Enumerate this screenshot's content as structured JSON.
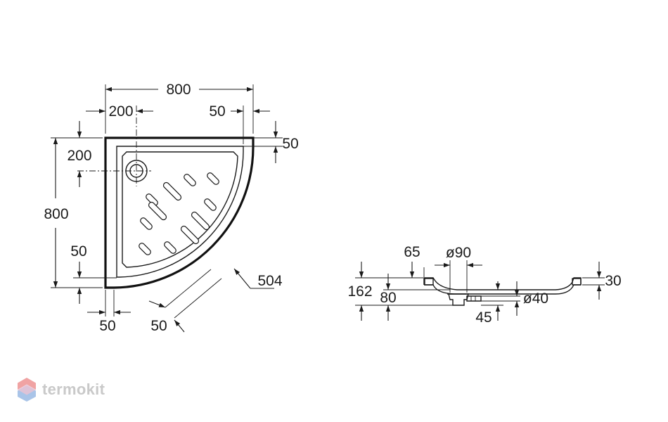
{
  "plan_view": {
    "width_total": "800",
    "drain_offset_x": "200",
    "corner_offset_x": "50",
    "corner_offset_y": "50",
    "drain_offset_y": "200",
    "height_total": "800",
    "rim_left": "50",
    "rim_bottom": "50",
    "arc_rim": "50",
    "arc_radius": "504"
  },
  "section_view": {
    "drain_position": "65",
    "drain_diameter": "ø90",
    "rim_height": "30",
    "total_height": "162",
    "tray_height": "80",
    "outlet_diameter": "ø40",
    "outlet_height": "45"
  },
  "watermark": {
    "brand": "termokit",
    "colors": [
      "#f0a3a3",
      "#a9c4e8"
    ]
  }
}
